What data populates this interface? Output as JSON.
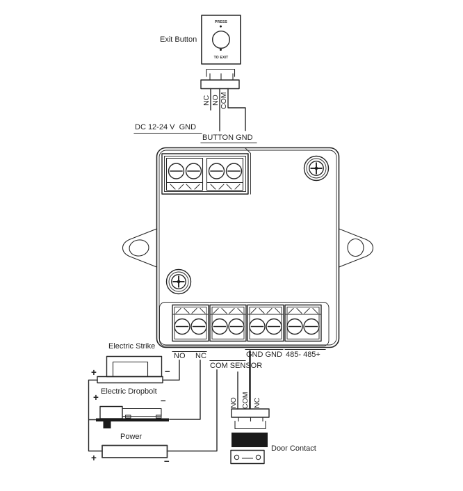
{
  "exit_button": {
    "label": "Exit Button",
    "press": "PRESS",
    "to_exit": "TO EXIT",
    "pins": [
      "NC",
      "NO",
      "COM"
    ]
  },
  "controller": {
    "top_labels": {
      "power_in": "DC 12-24 V  GND",
      "button": "BUTTON GND"
    },
    "bottom_labels": {
      "no": "NO",
      "nc": "NC",
      "com_sensor": "COM SENSOR",
      "gnd": "GND GND",
      "rs485": "485- 485+"
    }
  },
  "electric_strike": {
    "label": "Electric Strike",
    "plus": "+",
    "minus": "–"
  },
  "electric_dropbolt": {
    "label": "Electric Dropbolt",
    "plus": "+",
    "minus": "–"
  },
  "power": {
    "label": "Power",
    "plus": "+",
    "minus": "–"
  },
  "door_contact": {
    "label": "Door Contact",
    "pins": [
      "NO",
      "COM",
      "NC"
    ]
  },
  "colors": {
    "line": "#262626",
    "fill": "#1a1a1a",
    "background": "#ffffff"
  }
}
